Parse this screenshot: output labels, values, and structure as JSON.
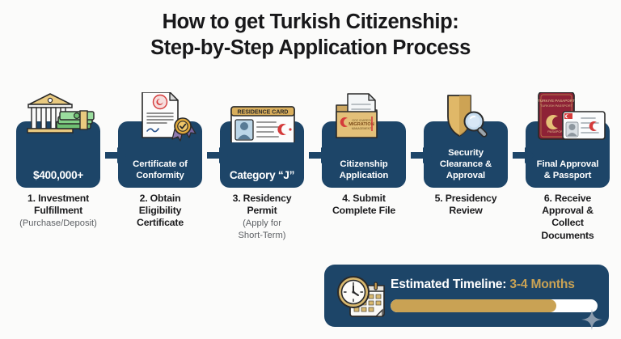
{
  "title": {
    "line1": "How to get Turkish Citizenship:",
    "line2": "Step-by-Step Application Process"
  },
  "colors": {
    "card_navy": "#1d4568",
    "gold": "#c9a254",
    "background": "#fbfbfa",
    "caption_text": "#1b1b1d",
    "subcaption_text": "#5e6165"
  },
  "steps": [
    {
      "icon": "bank-money-icon",
      "card_label": "$400,000+",
      "caption": "1. Investment\nFulfillment",
      "subcaption": "(Purchase/Deposit)"
    },
    {
      "icon": "certificate-seal-icon",
      "card_label": "Certificate of\nConformity",
      "caption": "2. Obtain\nEligibility\nCertificate",
      "subcaption": ""
    },
    {
      "icon": "residence-card-icon",
      "card_label": "Category “J”",
      "caption": "3. Residency\nPermit",
      "subcaption": "(Apply for\nShort-Term)",
      "icon_text": "RESIDENCE CARD"
    },
    {
      "icon": "application-folder-icon",
      "card_label": "Citizenship\nApplication",
      "caption": "4. Submit\nComplete File",
      "subcaption": "",
      "icon_text": "MIGRATION"
    },
    {
      "icon": "shield-magnifier-icon",
      "card_label": "Security\nClearance &\nApproval",
      "caption": "5. Presidency\nReview",
      "subcaption": ""
    },
    {
      "icon": "passport-id-icon",
      "card_label": "Final Approval\n& Passport",
      "caption": "6. Receive\nApproval &\nCollect\nDocuments",
      "subcaption": ""
    }
  ],
  "timeline": {
    "icon": "clock-calendar-icon",
    "label": "Estimated Timeline:",
    "value": "3-4 Months",
    "progress_percent": 80
  }
}
